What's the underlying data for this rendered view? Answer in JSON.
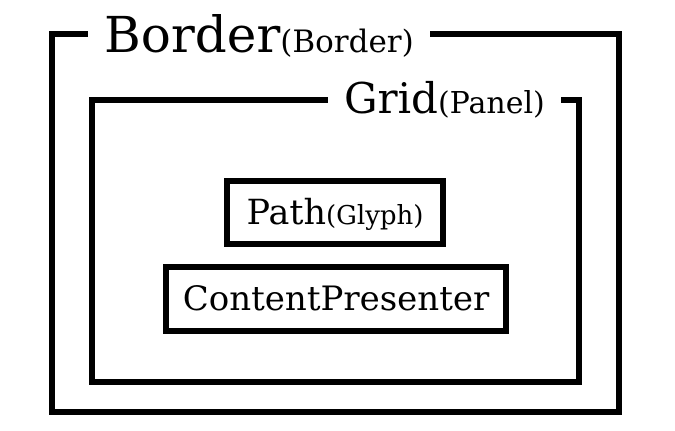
{
  "border_node": {
    "name": "Border",
    "type": "(Border)"
  },
  "grid_node": {
    "name": "Grid",
    "type": "(Panel)"
  },
  "path_node": {
    "name": "Path",
    "type": "(Glyph)"
  },
  "content_presenter_node": {
    "name": "ContentPresenter"
  },
  "colors": {
    "stroke": "#000000",
    "background": "#ffffff"
  }
}
